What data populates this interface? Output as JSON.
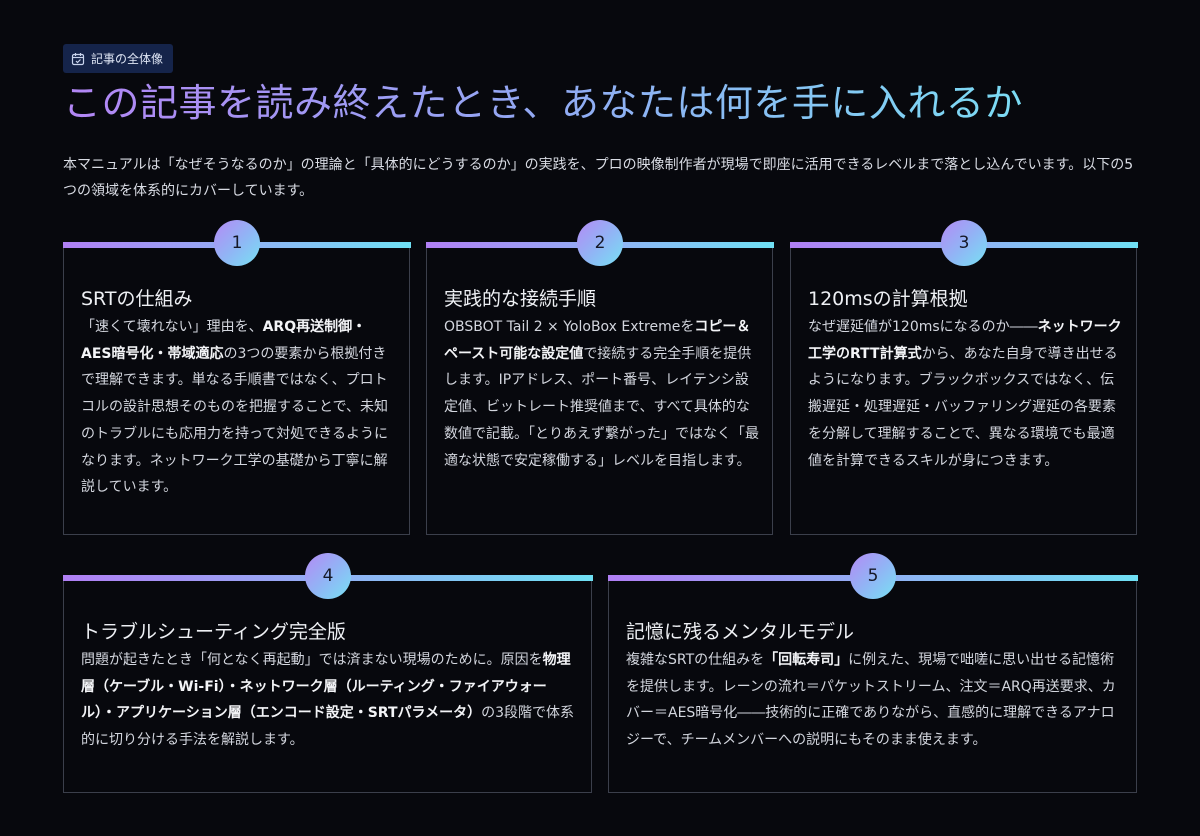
{
  "badge": {
    "label": "記事の全体像",
    "icon": "calendar-icon"
  },
  "title": "この記事を読み終えたとき、あなたは何を手に入れるか",
  "intro": "本マニュアルは「なぜそうなるのか」の理論と「具体的にどうするのか」の実践を、プロの映像制作者が現場で即座に活用できるレベルまで落とし込んでいます。以下の5つの領域を体系的にカバーしています。",
  "colors": {
    "gradient_start": "#b07ff4",
    "gradient_end": "#6fe0f4",
    "badge_bg": "#15244a",
    "background": "#07080d"
  },
  "cards": [
    {
      "number": "1",
      "heading": "SRTの仕組み",
      "body": [
        {
          "t": "「速くて壊れない」理由を、"
        },
        {
          "t": "ARQ再送制御・AES暗号化・帯域適応",
          "b": true
        },
        {
          "t": "の3つの要素から根拠付きで理解できます。単なる手順書ではなく、プロトコルの設計思想そのものを把握することで、未知のトラブルにも応用力を持って対処できるようになります。ネットワーク工学の基礎から丁寧に解説しています。"
        }
      ]
    },
    {
      "number": "2",
      "heading": "実践的な接続手順",
      "body": [
        {
          "t": "OBSBOT Tail 2 × YoloBox Extremeを"
        },
        {
          "t": "コピー＆ペースト可能な設定値",
          "b": true
        },
        {
          "t": "で接続する完全手順を提供します。IPアドレス、ポート番号、レイテンシ設定値、ビットレート推奨値まで、すべて具体的な数値で記載。「とりあえず繋がった」ではなく「最適な状態で安定稼働する」レベルを目指します。"
        }
      ]
    },
    {
      "number": "3",
      "heading": "120msの計算根拠",
      "body": [
        {
          "t": "なぜ遅延値が120msになるのか――"
        },
        {
          "t": "ネットワーク工学のRTT計算式",
          "b": true
        },
        {
          "t": "から、あなた自身で導き出せるようになります。ブラックボックスではなく、伝搬遅延・処理遅延・バッファリング遅延の各要素を分解して理解することで、異なる環境でも最適値を計算できるスキルが身につきます。"
        }
      ]
    },
    {
      "number": "4",
      "heading": "トラブルシューティング完全版",
      "body": [
        {
          "t": "問題が起きたとき「何となく再起動」では済まない現場のために。原因を"
        },
        {
          "t": "物理層（ケーブル・Wi-Fi）・ネットワーク層（ルーティング・ファイアウォール）・アプリケーション層（エンコード設定・SRTパラメータ）",
          "b": true
        },
        {
          "t": "の3段階で体系的に切り分ける手法を解説します。"
        }
      ]
    },
    {
      "number": "5",
      "heading": "記憶に残るメンタルモデル",
      "body": [
        {
          "t": "複雑なSRTの仕組みを"
        },
        {
          "t": "「回転寿司」",
          "b": true
        },
        {
          "t": "に例えた、現場で咄嗟に思い出せる記憶術を提供します。レーンの流れ＝パケットストリーム、注文＝ARQ再送要求、カバー＝AES暗号化――技術的に正確でありながら、直感的に理解できるアナロジーで、チームメンバーへの説明にもそのまま使えます。"
        }
      ]
    }
  ]
}
